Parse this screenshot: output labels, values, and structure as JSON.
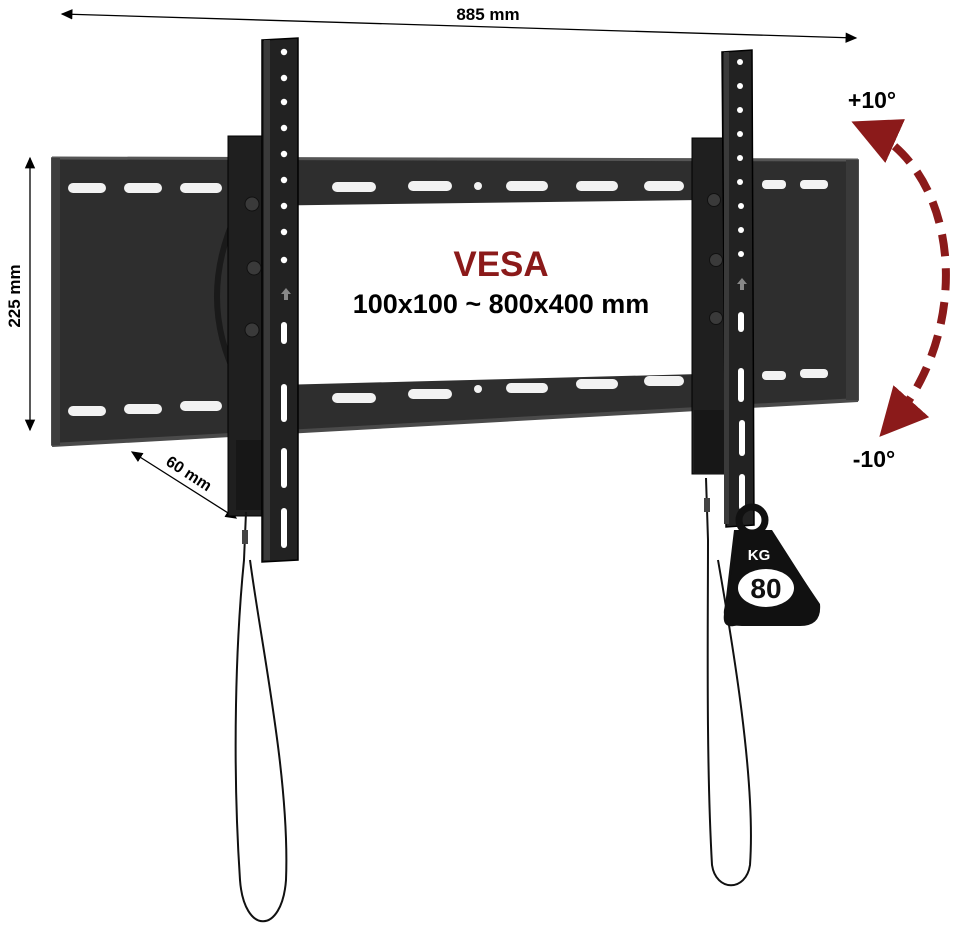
{
  "dimensions": {
    "width_label": "885 mm",
    "height_label": "225 mm",
    "depth_label": "60 mm"
  },
  "tilt": {
    "up_label": "+10°",
    "down_label": "-10°",
    "arrow_color": "#8b1a1a"
  },
  "vesa": {
    "title": "VESA",
    "range": "100x100 ~ 800x400 mm",
    "title_color": "#8b1a1a"
  },
  "load": {
    "unit": "KG",
    "value": "80"
  },
  "colors": {
    "frame": "#2b2b2b",
    "arm": "#1e1e1e",
    "slot": "#f2f2f2",
    "line": "#000000"
  }
}
